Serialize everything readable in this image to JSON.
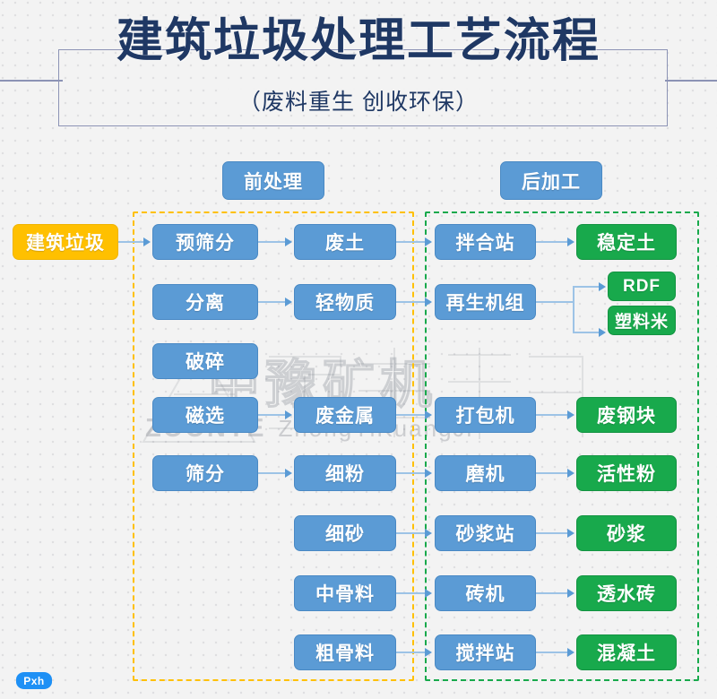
{
  "header": {
    "title": "建筑垃圾处理工艺流程",
    "subtitle": "（废料重生  创收环保）"
  },
  "watermark": {
    "brand_latin": "ZOONYE",
    "brand_pinyin": "ZhongYiKuangJi",
    "brand_cn": "中豫矿机"
  },
  "badge": {
    "label": "Pxh"
  },
  "regions": [
    {
      "name": "pre-processing",
      "label": "前处理",
      "color": "#ffc000"
    },
    {
      "name": "post-processing",
      "label": "后加工",
      "color": "#18a94c"
    }
  ],
  "colors": {
    "blue": "#5b9bd5",
    "green": "#18a94c",
    "amber": "#ffc000",
    "title": "#1f3864",
    "connector": "#9dc3e6",
    "background": "#f3f3f3"
  },
  "nodes": {
    "source": "建筑垃圾",
    "col1": [
      "预筛分",
      "分离",
      "破碎",
      "磁选",
      "筛分"
    ],
    "col2": [
      "废土",
      "轻物质",
      "废金属",
      "细粉",
      "细砂",
      "中骨料",
      "粗骨料"
    ],
    "col3": [
      "拌合站",
      "再生机组",
      "打包机",
      "磨机",
      "砂浆站",
      "砖机",
      "搅拌站"
    ],
    "col4": [
      "稳定土",
      "RDF",
      "塑料米",
      "废钢块",
      "活性粉",
      "砂浆",
      "透水砖",
      "混凝土"
    ]
  },
  "flows": [
    {
      "from": "建筑垃圾",
      "to": "预筛分"
    },
    {
      "from": "预筛分",
      "to": "废土"
    },
    {
      "from": "分离",
      "to": "轻物质"
    },
    {
      "from": "磁选",
      "to": "废金属"
    },
    {
      "from": "筛分",
      "to": "细粉"
    },
    {
      "from": "废土",
      "to": "拌合站"
    },
    {
      "from": "轻物质",
      "to": "再生机组"
    },
    {
      "from": "废金属",
      "to": "打包机"
    },
    {
      "from": "细粉",
      "to": "磨机"
    },
    {
      "from": "细砂",
      "to": "砂浆站"
    },
    {
      "from": "中骨料",
      "to": "砖机"
    },
    {
      "from": "粗骨料",
      "to": "搅拌站"
    },
    {
      "from": "拌合站",
      "to": "稳定土"
    },
    {
      "from": "再生机组",
      "to": "RDF"
    },
    {
      "from": "再生机组",
      "to": "塑料米"
    },
    {
      "from": "打包机",
      "to": "废钢块"
    },
    {
      "from": "磨机",
      "to": "活性粉"
    },
    {
      "from": "砂浆站",
      "to": "砂浆"
    },
    {
      "from": "砖机",
      "to": "透水砖"
    },
    {
      "from": "搅拌站",
      "to": "混凝土"
    }
  ]
}
